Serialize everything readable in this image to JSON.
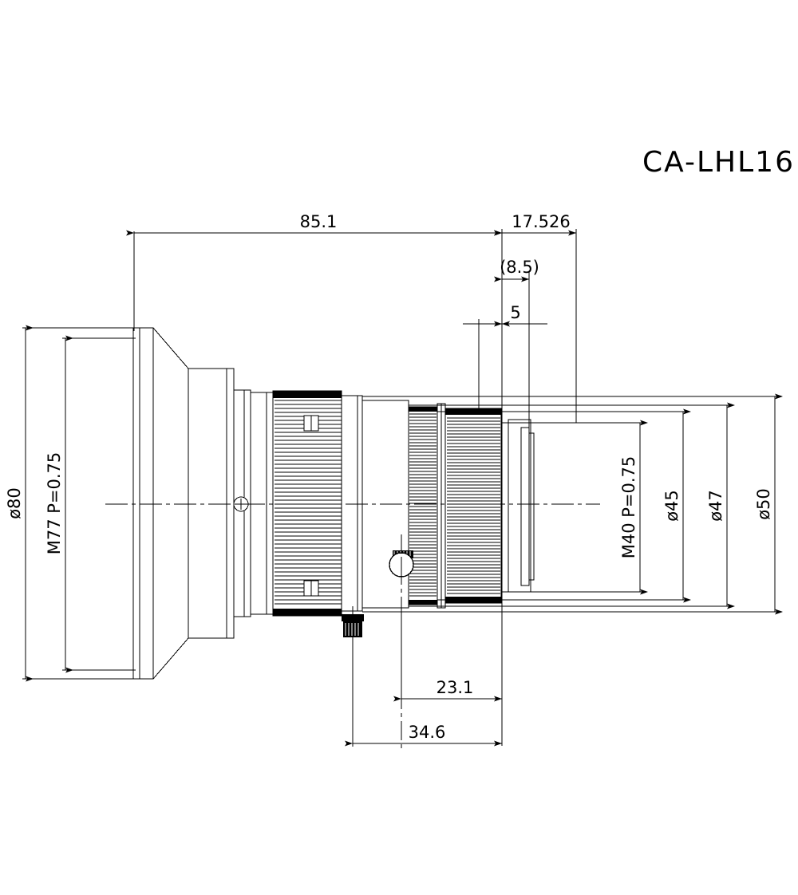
{
  "drawing": {
    "title": "CA-LHL16",
    "type": "technical-dimension-drawing",
    "subject": "camera lens side elevation",
    "units": "mm",
    "line_color": "#000000",
    "background_color": "#ffffff"
  },
  "dimensions": {
    "horizontal": [
      {
        "id": "len-total-body",
        "label": "85.1",
        "position": "top"
      },
      {
        "id": "len-front-group",
        "label": "17.526",
        "position": "top"
      },
      {
        "id": "len-ref-85",
        "label": "(8.5)",
        "position": "top"
      },
      {
        "id": "len-5",
        "label": "5",
        "position": "top"
      },
      {
        "id": "len-231",
        "label": "23.1",
        "position": "bottom"
      },
      {
        "id": "len-346",
        "label": "34.6",
        "position": "bottom"
      }
    ],
    "vertical": [
      {
        "id": "dia-80",
        "label": "ø80",
        "position": "left"
      },
      {
        "id": "thd-m77",
        "label": "M77 P=0.75",
        "position": "left"
      },
      {
        "id": "thd-m40",
        "label": "M40 P=0.75",
        "position": "right"
      },
      {
        "id": "dia-45",
        "label": "ø45",
        "position": "right"
      },
      {
        "id": "dia-47",
        "label": "ø47",
        "position": "right"
      },
      {
        "id": "dia-50",
        "label": "ø50",
        "position": "right"
      }
    ]
  },
  "components": [
    {
      "id": "rear-flange",
      "name": "rear mounting flange"
    },
    {
      "id": "taper",
      "name": "tapered barrel step"
    },
    {
      "id": "mid-barrel",
      "name": "mid barrel"
    },
    {
      "id": "focus-ring",
      "name": "knurled focus ring"
    },
    {
      "id": "aperture-ring",
      "name": "knurled aperture ring"
    },
    {
      "id": "front-barrel",
      "name": "front barrel"
    },
    {
      "id": "lock-screw",
      "name": "phillips lock screw"
    },
    {
      "id": "lock-knob",
      "name": "knurled lock knob"
    },
    {
      "id": "set-screw",
      "name": "knurled set screw"
    }
  ]
}
